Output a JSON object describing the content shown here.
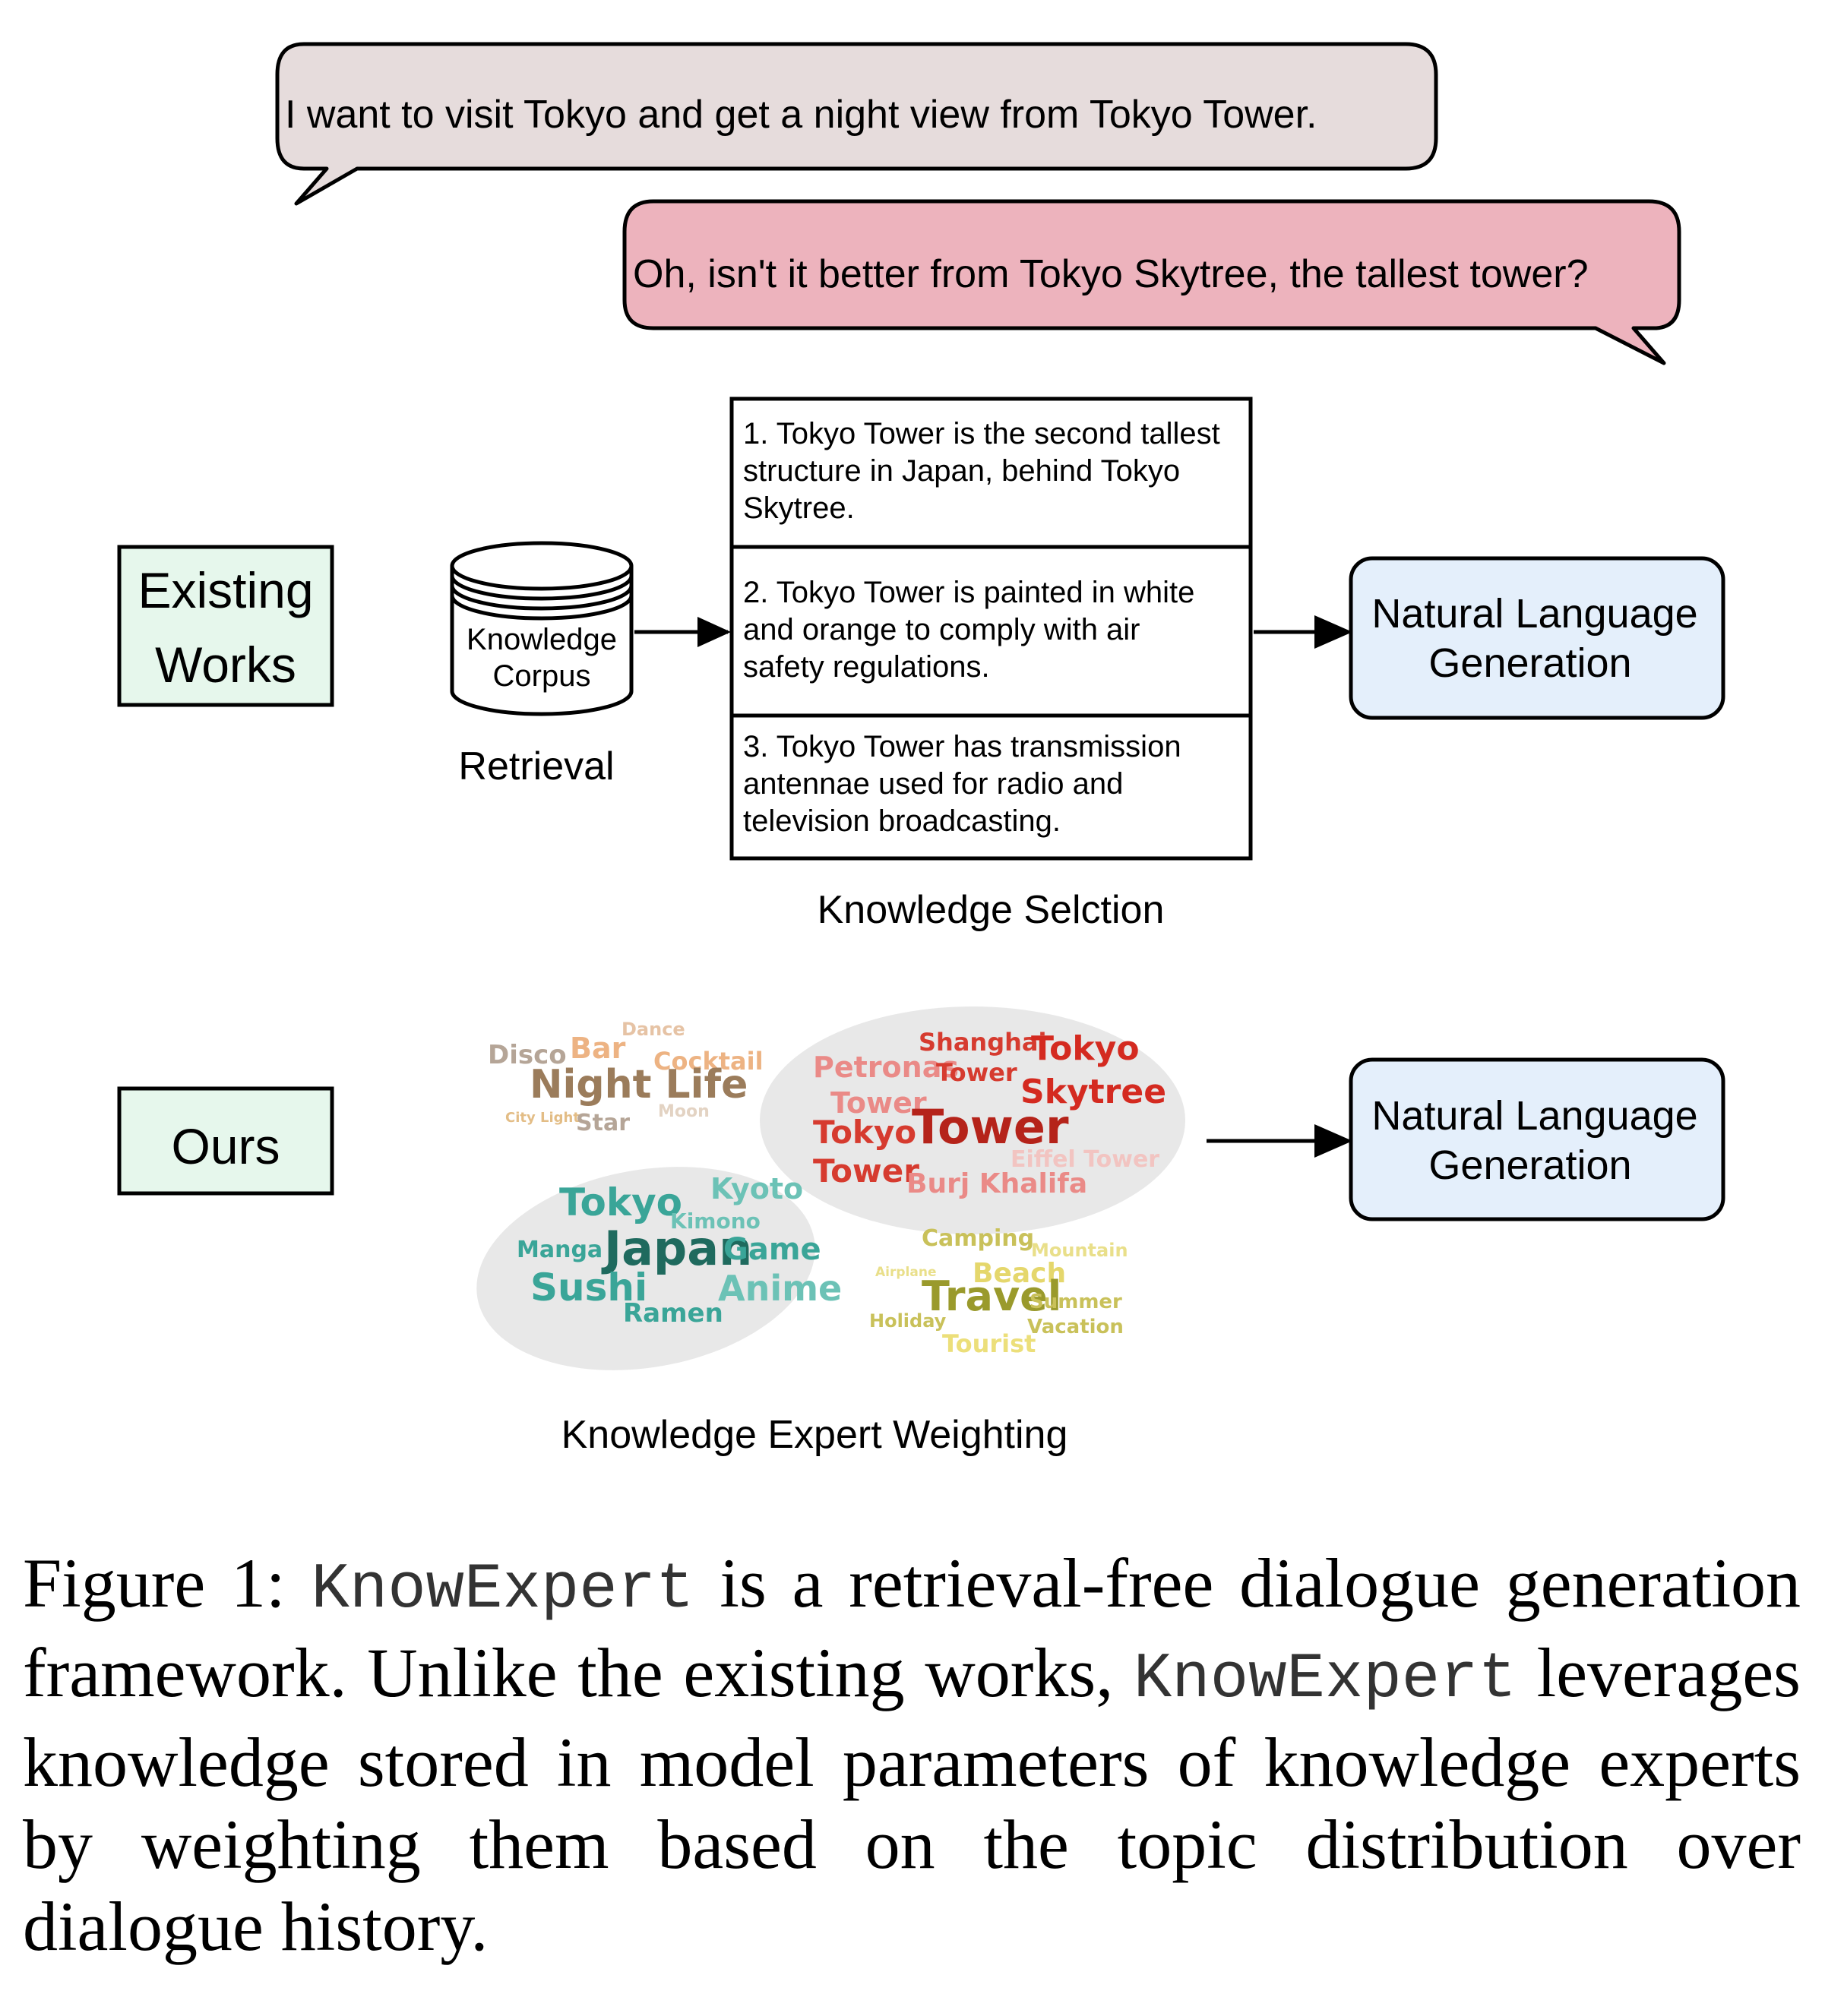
{
  "dialogue": {
    "user_utterance": "I want to visit Tokyo and get a night view from Tokyo Tower.",
    "system_utterance": "Oh, isn't it better from Tokyo Skytree, the tallest tower?"
  },
  "existing": {
    "label_line1": "Existing",
    "label_line2": "Works",
    "corpus_line1": "Knowledge",
    "corpus_line2": "Corpus",
    "retrieval_label": "Retrieval",
    "knowledge_items": [
      [
        "1. Tokyo Tower is the second tallest",
        "structure in Japan, behind Tokyo",
        "Skytree."
      ],
      [
        "2. Tokyo Tower is painted in white",
        "and orange to comply with air",
        "safety regulations."
      ],
      [
        "3. Tokyo Tower has transmission",
        "antennae used for radio and",
        "television broadcasting."
      ]
    ],
    "selection_label": "Knowledge Selction",
    "nlg_line1": "Natural Language",
    "nlg_line2": "Generation"
  },
  "ours": {
    "label": "Ours",
    "weighting_label": "Knowledge Expert Weighting",
    "nlg_line1": "Natural Language",
    "nlg_line2": "Generation",
    "clouds": {
      "nightlife": [
        "Disco",
        "Bar",
        "Dance",
        "Cocktail",
        "Night Life",
        "City Light",
        "Star",
        "Moon"
      ],
      "tower": [
        "Shanghai",
        "Tokyo",
        "Petronas",
        "Tower",
        "Skytree",
        "Tower",
        "Tokyo",
        "Tower",
        "Eiffel Tower",
        "Tower",
        "Burj Khalifa"
      ],
      "japan": [
        "Tokyo",
        "Kyoto",
        "Kimono",
        "Manga",
        "Japan",
        "Game",
        "Sushi",
        "Anime",
        "Ramen"
      ],
      "travel": [
        "Camping",
        "Mountain",
        "Airplane",
        "Beach",
        "Travel",
        "Summer",
        "Holiday",
        "Vacation",
        "Tourist"
      ]
    }
  },
  "caption": {
    "fig_label": "Figure 1:",
    "name": "KnowExpert",
    "part1": " is a retrieval-free dialogue generation framework. Unlike the existing works, ",
    "part2": " leverages knowledge stored in model parameters of knowledge experts by weighting them based on the topic distribution over dialogue history."
  },
  "colors": {
    "user_bubble": "#e6dcdc",
    "system_bubble": "#edb3bd",
    "label_box": "#e6f7ec",
    "nlg_box": "#e4effb",
    "ellipse": "#e8e8e8"
  }
}
